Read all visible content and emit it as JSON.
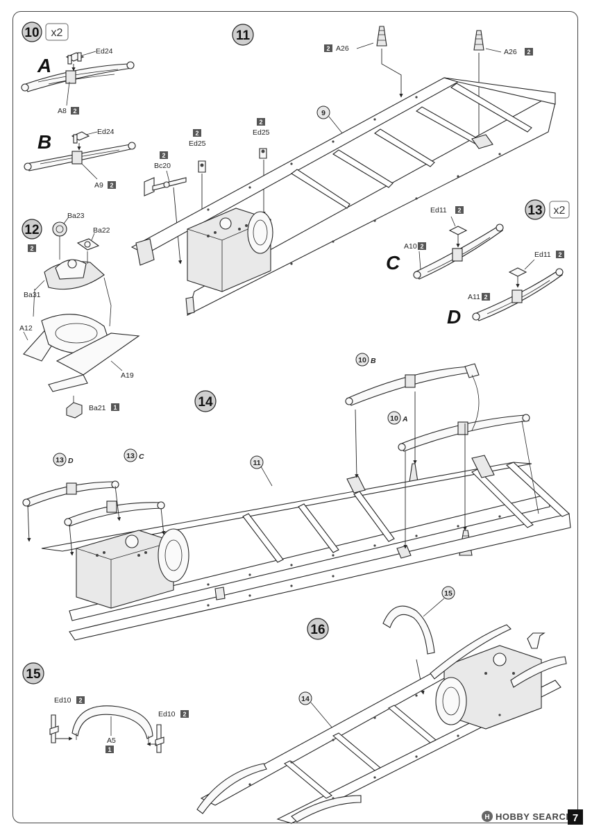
{
  "steps": {
    "s10": {
      "number": "10",
      "multiplier": "x2"
    },
    "s11": {
      "number": "11"
    },
    "s12": {
      "number": "12"
    },
    "s13": {
      "number": "13",
      "multiplier": "x2"
    },
    "s14": {
      "number": "14"
    },
    "s15": {
      "number": "15"
    },
    "s16": {
      "number": "16"
    }
  },
  "variants": {
    "a": "A",
    "b": "B",
    "c": "C",
    "d": "D"
  },
  "parts": {
    "ed24_a": "Ed24",
    "a8": "A8",
    "ed24_b": "Ed24",
    "a9": "A9",
    "a26_left": "A26",
    "a26_right": "A26",
    "bc20": "Bc20",
    "ed25_left": "Ed25",
    "ed25_right": "Ed25",
    "frame_ref_9": "9",
    "ba23": "Ba23",
    "ba22": "Ba22",
    "ba31": "Ba31",
    "a12": "A12",
    "a19": "A19",
    "ba21": "Ba21",
    "ed11_c": "Ed11",
    "a10": "A10",
    "ed11_d": "Ed11",
    "a11": "A11",
    "ref_10b": "10",
    "ref_10a": "10",
    "ref_13d": "13",
    "ref_13c": "13",
    "ref_11": "11",
    "ref_15": "15",
    "ref_14": "14",
    "ed10_left": "Ed10",
    "ed10_right": "Ed10",
    "a5": "A5"
  },
  "quantities": {
    "a8": "2",
    "a9": "2",
    "a26_left": "2",
    "a26_right": "2",
    "bc20": "2",
    "ed25_left": "2",
    "ed25_right": "2",
    "s12": "2",
    "ba21": "1",
    "ed11_c": "2",
    "a10": "2",
    "ed11_d": "2",
    "a11": "2",
    "ed10_left": "2",
    "ed10_right": "2",
    "a5": "1"
  },
  "watermark": {
    "text": "HOBBY SEARCH",
    "page_tag": "7"
  },
  "colors": {
    "qty_badge": "#555555",
    "step_circle": "#cfcfcf",
    "outline": "#222222"
  }
}
